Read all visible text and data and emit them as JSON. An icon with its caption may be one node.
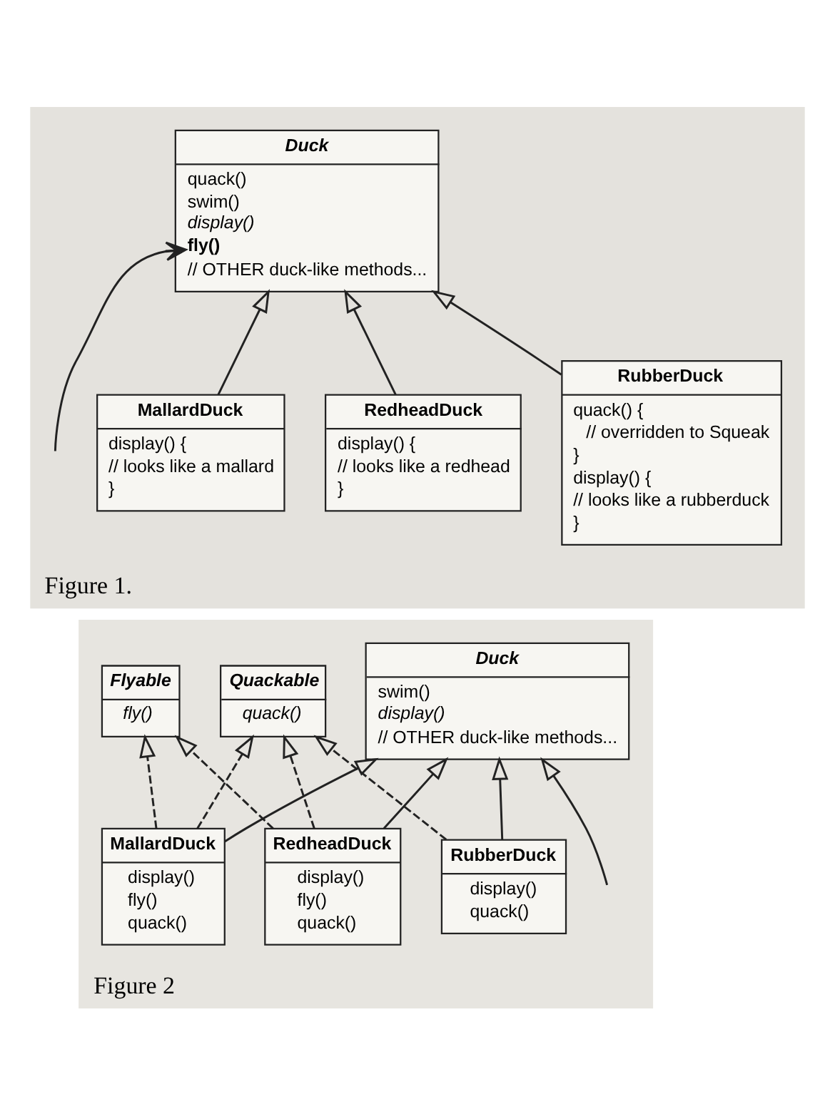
{
  "diagram": {
    "nodes": [
      {
        "text": [
          "Figure 1."
        ]
      },
      {
        "text": [
          "Duck",
          "quack()",
          "swim()",
          "display()",
          "fly()",
          "// OTHER duck-like methods..."
        ],
        "in": 0
      },
      {
        "text": [
          "MallardDuck",
          "display() {",
          "// looks like a mallard",
          "}"
        ],
        "in": 0
      },
      {
        "text": [
          "RedheadDuck",
          "display() {",
          "// looks like a redhead",
          "}"
        ],
        "in": 0
      },
      {
        "text": [
          "RubberDuck",
          "quack() {",
          "// overridden to Squeak",
          "}",
          "display() {",
          "// looks like a rubberduck",
          "}"
        ],
        "in": 0
      },
      {
        "text": [
          "Figure 2"
        ]
      },
      {
        "text": [
          "Flyable",
          "fly()"
        ],
        "in": 5
      },
      {
        "text": [
          "Quackable",
          "quack()"
        ],
        "in": 5
      },
      {
        "text": [
          "Duck",
          "swim()",
          "display()",
          "// OTHER duck-like methods..."
        ],
        "in": 5
      },
      {
        "text": [
          "MallardDuck",
          "display()",
          "fly()",
          "quack()"
        ],
        "in": 5
      },
      {
        "text": [
          "RedheadDuck",
          "display()",
          "fly()",
          "quack()"
        ],
        "in": 5
      },
      {
        "text": [
          "RubberDuck",
          "display()",
          "quack()"
        ],
        "in": 5
      }
    ],
    "edges": [
      {
        "from": null,
        "to": 1,
        "arrow": "to"
      },
      {
        "from": 2,
        "to": 1,
        "arrow": "to"
      },
      {
        "from": 3,
        "to": 1,
        "arrow": "to"
      },
      {
        "from": 4,
        "to": 1,
        "arrow": "to"
      },
      {
        "from": 9,
        "to": 6,
        "arrow": "to",
        "style": "dashed"
      },
      {
        "from": 9,
        "to": 7,
        "arrow": "to",
        "style": "dashed"
      },
      {
        "from": 9,
        "to": 8,
        "arrow": "to"
      },
      {
        "from": 10,
        "to": 6,
        "arrow": "to",
        "style": "dashed"
      },
      {
        "from": 10,
        "to": 7,
        "arrow": "to",
        "style": "dashed"
      },
      {
        "from": 10,
        "to": 8,
        "arrow": "to"
      },
      {
        "from": 11,
        "to": 7,
        "arrow": "to",
        "style": "dashed"
      },
      {
        "from": 11,
        "to": 8,
        "arrow": "to"
      },
      {
        "from": null,
        "to": 8,
        "arrow": "to"
      }
    ]
  }
}
